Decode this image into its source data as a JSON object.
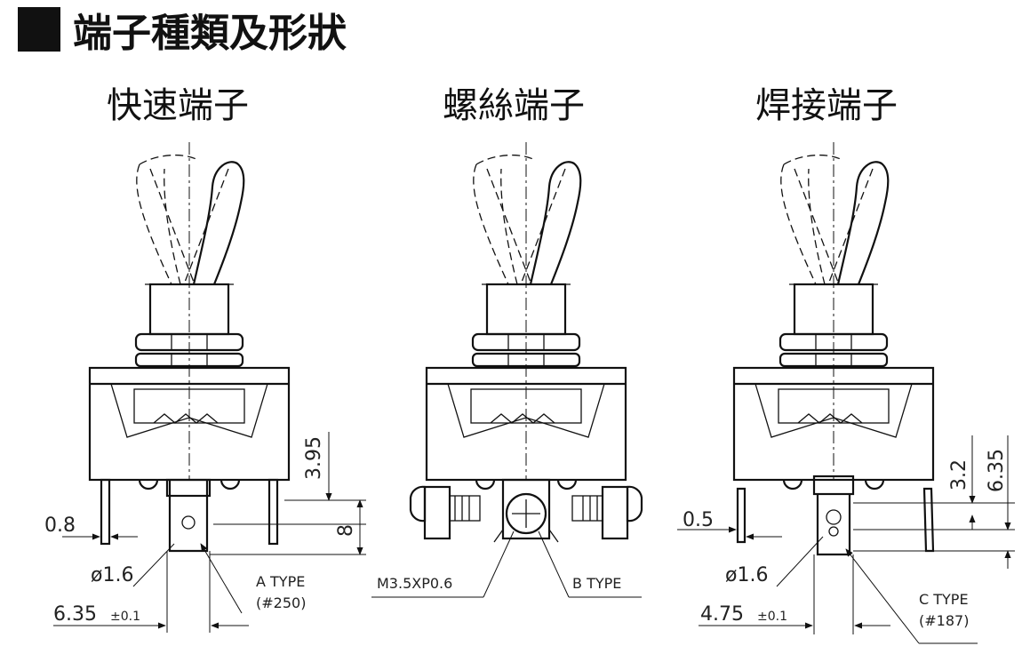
{
  "title": "端子種類及形狀",
  "switch_a": {
    "heading": "快速端子",
    "type_label": "A TYPE",
    "type_note": "(#250)",
    "dims": {
      "thickness": "0.8",
      "hole": "ø1.6",
      "width": "6.35",
      "width_tol": "±0.1",
      "height": "3.95",
      "tab": "8"
    }
  },
  "switch_b": {
    "heading": "螺絲端子",
    "type_label": "B TYPE",
    "screw": "M3.5XP0.6"
  },
  "switch_c": {
    "heading": "焊接端子",
    "type_label": "C TYPE",
    "type_note": "(#187)",
    "dims": {
      "thickness": "0.5",
      "hole": "ø1.6",
      "width": "4.75",
      "width_tol": "±0.1",
      "height_a": "3.2",
      "height_b": "6.35"
    }
  }
}
